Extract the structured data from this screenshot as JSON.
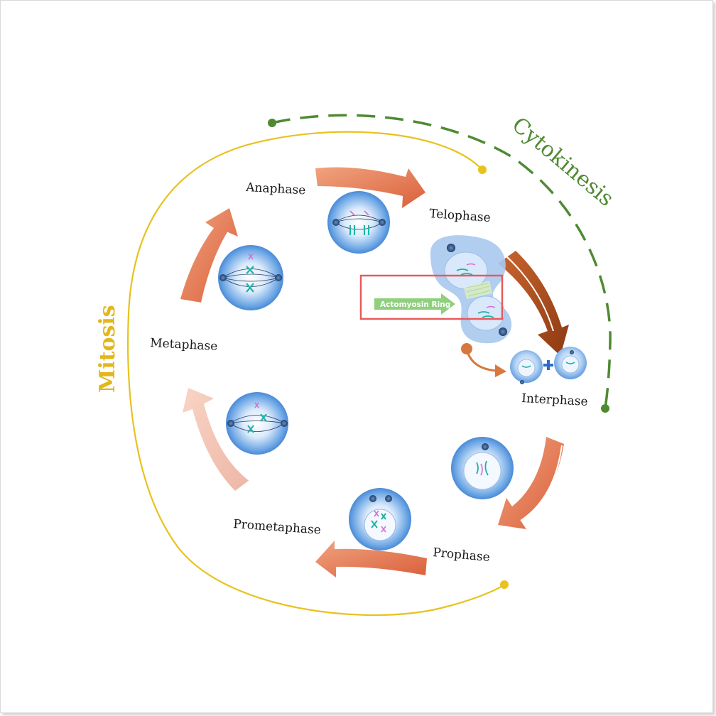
{
  "diagram": {
    "title_mitosis": "Mitosis",
    "title_cytokinesis": "Cytokinesis",
    "phases": {
      "anaphase": "Anaphase",
      "telophase": "Telophase",
      "metaphase": "Metaphase",
      "interphase": "Interphase",
      "prometaphase": "Prometaphase",
      "prophase": "Prophase"
    },
    "highlight": {
      "label": "Actomyosin Ring"
    }
  },
  "colors": {
    "mitosis_line": "#e8c21f",
    "cytokinesis_line": "#4f8a33",
    "arrow_orange": "#e2734c",
    "arrow_brown": "#a2471c",
    "cell_blue": "#5c9ce0",
    "highlight_box": "#e85a5a",
    "ring_arrow": "#8fcf7d"
  }
}
